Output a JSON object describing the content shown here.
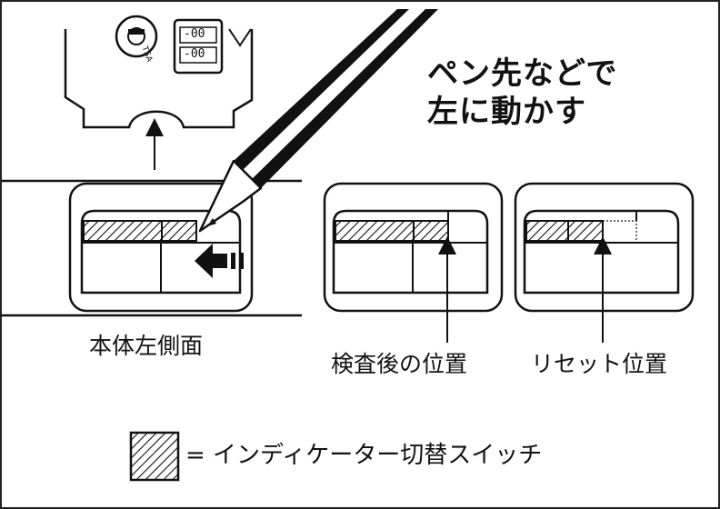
{
  "instruction": [
    "ペン先などで",
    "左に動かす"
  ],
  "labels": {
    "body_left_side": "本体左側面",
    "after_inspection": "検査後の位置",
    "reset_position": "リセット位置"
  },
  "legend": {
    "text": "= インディケーター切替スイッチ"
  },
  "device_text": {
    "display_top": "-00",
    "display_bottom": "-00",
    "brand_fragment": "TSA"
  },
  "colors": {
    "line": "#111111",
    "background": "#ffffff"
  }
}
